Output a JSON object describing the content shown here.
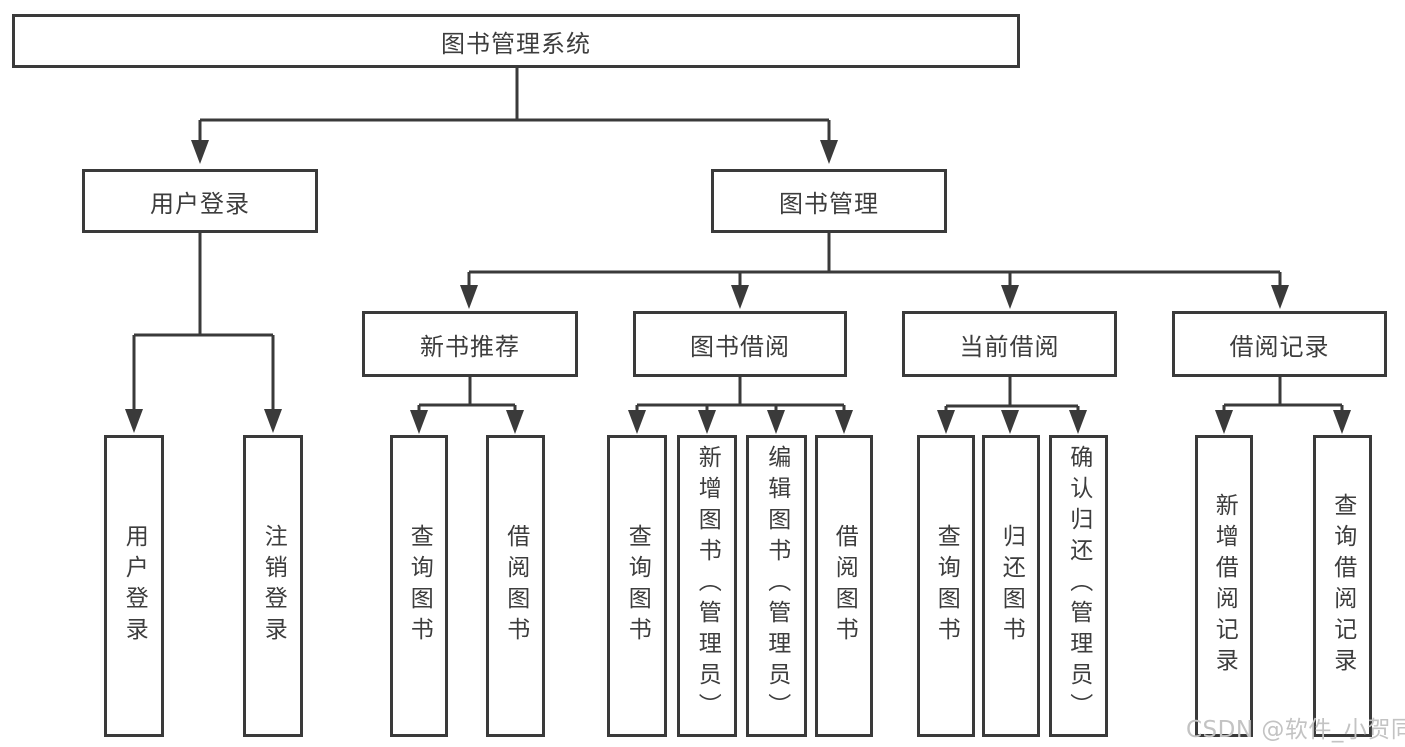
{
  "diagram": {
    "title_note": "library management system feature tree",
    "root": {
      "label": "图书管理系统"
    },
    "branches": [
      {
        "label": "用户登录",
        "children": [
          {
            "label": "用户登录"
          },
          {
            "label": "注销登录"
          }
        ]
      },
      {
        "label": "图书管理",
        "children": [
          {
            "label": "新书推荐",
            "children": [
              {
                "label": "查询图书"
              },
              {
                "label": "借阅图书"
              }
            ]
          },
          {
            "label": "图书借阅",
            "children": [
              {
                "label": "查询图书"
              },
              {
                "label": "新增图书（管理员）"
              },
              {
                "label": "编辑图书（管理员）"
              },
              {
                "label": "借阅图书"
              }
            ]
          },
          {
            "label": "当前借阅",
            "children": [
              {
                "label": "查询图书"
              },
              {
                "label": "归还图书"
              },
              {
                "label": "确认归还（管理员）"
              }
            ]
          },
          {
            "label": "借阅记录",
            "children": [
              {
                "label": "新增借阅记录"
              },
              {
                "label": "查询借阅记录"
              }
            ]
          }
        ]
      }
    ]
  },
  "watermark": "CSDN @软件_小贺同学",
  "colors": {
    "line": "#3a3a3a",
    "text": "#3d3d3d",
    "background": "#ffffff",
    "watermark": "#c3c3c3"
  }
}
